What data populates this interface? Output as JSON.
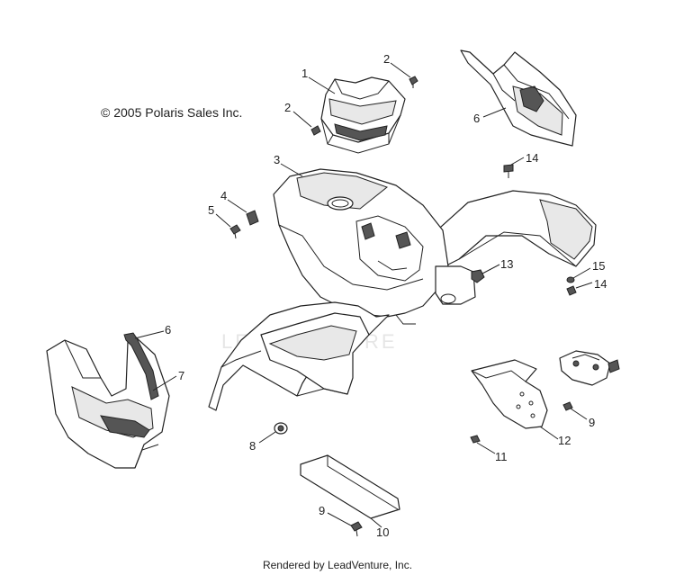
{
  "copyright": "© 2005 Polaris Sales Inc.",
  "footer": "Rendered by LeadVenture, Inc.",
  "watermark": "LEADVENTURE",
  "callouts": [
    {
      "id": "c1",
      "number": "1"
    },
    {
      "id": "c2a",
      "number": "2"
    },
    {
      "id": "c2b",
      "number": "2"
    },
    {
      "id": "c3",
      "number": "3"
    },
    {
      "id": "c4",
      "number": "4"
    },
    {
      "id": "c5",
      "number": "5"
    },
    {
      "id": "c6a",
      "number": "6"
    },
    {
      "id": "c6b",
      "number": "6"
    },
    {
      "id": "c7",
      "number": "7"
    },
    {
      "id": "c8",
      "number": "8"
    },
    {
      "id": "c9a",
      "number": "9"
    },
    {
      "id": "c9b",
      "number": "9"
    },
    {
      "id": "c10",
      "number": "10"
    },
    {
      "id": "c11",
      "number": "11"
    },
    {
      "id": "c12",
      "number": "12"
    },
    {
      "id": "c13",
      "number": "13"
    },
    {
      "id": "c14a",
      "number": "14"
    },
    {
      "id": "c14b",
      "number": "14"
    },
    {
      "id": "c15",
      "number": "15"
    }
  ]
}
